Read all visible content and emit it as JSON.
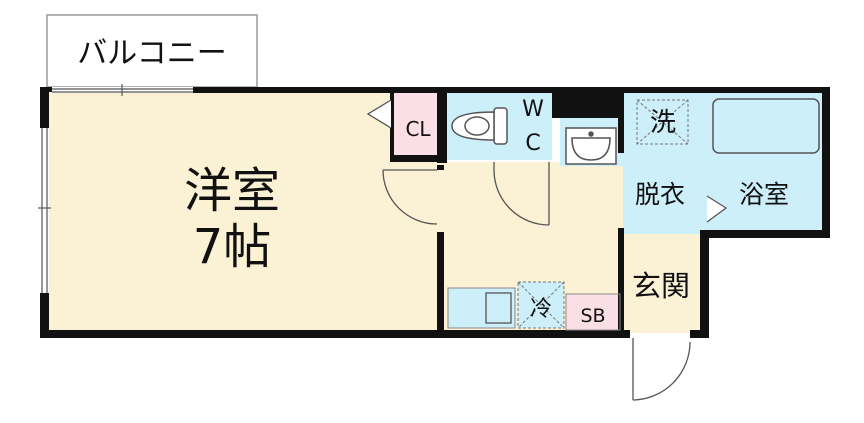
{
  "floorplan": {
    "colors": {
      "wall": "#111111",
      "room_floor": "#fbf2d6",
      "wet_area": "#cdeffa",
      "closet": "#fbdfe6",
      "fixture_line": "#555555",
      "background": "#ffffff"
    },
    "balcony": {
      "label": "バルコニー"
    },
    "western_room": {
      "name": "洋室",
      "size": "7帖"
    },
    "closet": {
      "label": "CL"
    },
    "toilet": {
      "label_w": "W",
      "label_c": "C"
    },
    "washer": {
      "label": "洗"
    },
    "dressing": {
      "label": "脱衣"
    },
    "bath": {
      "label": "浴室"
    },
    "entrance": {
      "label": "玄関"
    },
    "fridge": {
      "label": "冷"
    },
    "shoe_box": {
      "label": "SB"
    }
  }
}
